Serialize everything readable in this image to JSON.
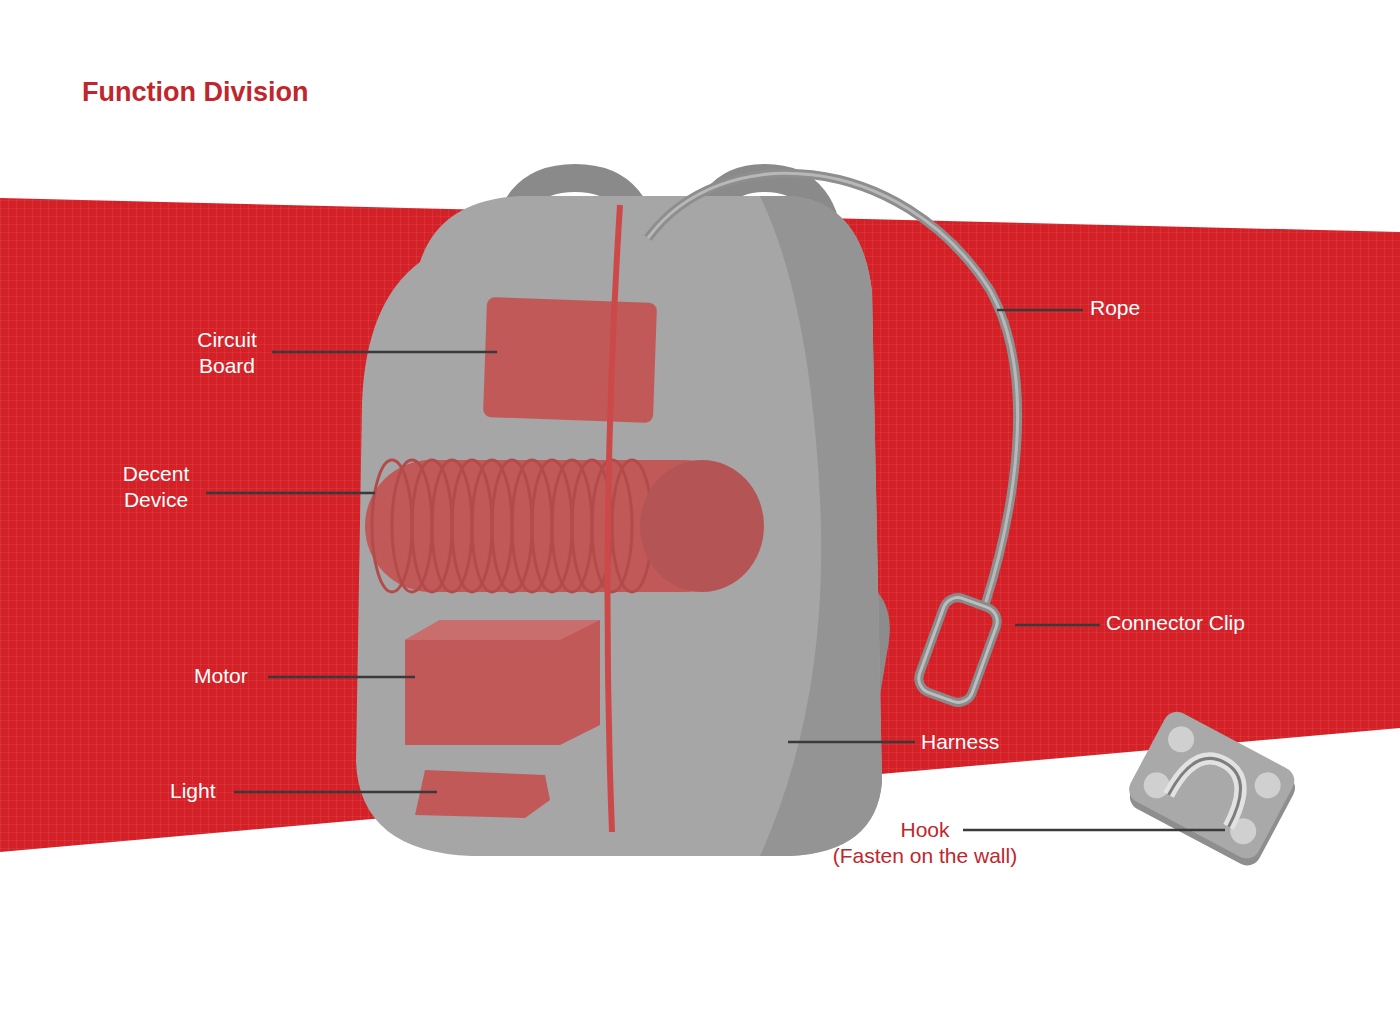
{
  "diagram": {
    "title": "Function Division",
    "labels": [
      "Circuit Board",
      "Decent Device",
      "Motor",
      "Light",
      "Rope",
      "Connector Clip",
      "Harness",
      "Hook",
      "(Fasten on the wall)"
    ]
  }
}
